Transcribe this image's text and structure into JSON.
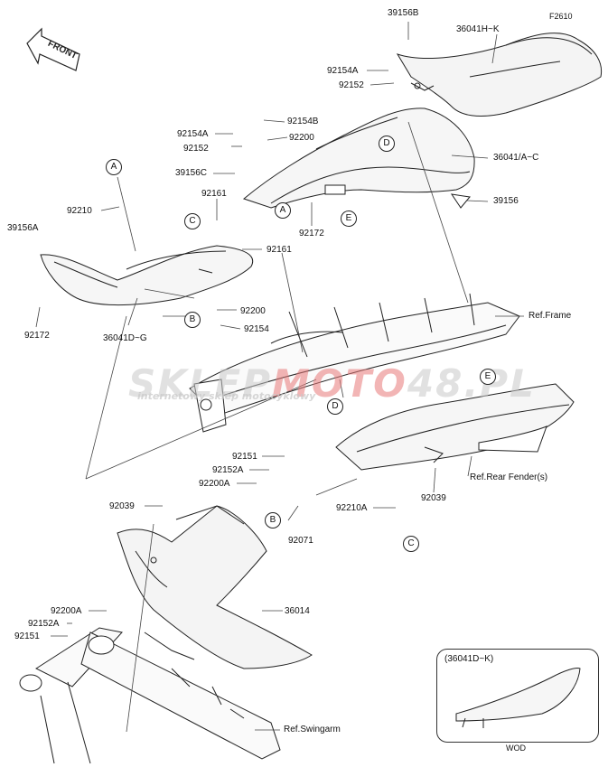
{
  "diagram": {
    "code": "F2610",
    "front_label": "FRONT",
    "watermark": {
      "prefix": "SKLEP",
      "moto": "MOTO",
      "suffix": "48.PL",
      "tagline": "internetowy sklep motocyklowy"
    },
    "labels": {
      "p39156B": "39156B",
      "p36041HK": "36041H~K",
      "p92154A_top": "92154A",
      "p92152_top": "92152",
      "p92154A_mid": "92154A",
      "p92154B": "92154B",
      "p92152_mid": "92152",
      "p92200_mid": "92200",
      "p39156C": "39156C",
      "p92161_a": "92161",
      "p92210_top": "92210",
      "p39156A": "39156A",
      "p92161_b": "92161",
      "p92172_right": "92172",
      "p92172_left": "92172",
      "p36041DG": "36041D~G",
      "p92200_low": "92200",
      "p92154": "92154",
      "p36041AC": "36041/A~C",
      "p39156": "39156",
      "ref_frame": "Ref.Frame",
      "ref_fender": "Ref.Rear Fender(s)",
      "p92039_right": "92039",
      "p92151_top": "92151",
      "p92152A_top": "92152A",
      "p92200A_top": "92200A",
      "p92039_left": "92039",
      "p92210A": "92210A",
      "p92071": "92071",
      "p36014": "36014",
      "p92200A_bot": "92200A",
      "p92152A_bot": "92152A",
      "p92151_bot": "92151",
      "ref_swingarm": "Ref.Swingarm"
    },
    "callouts": {
      "A1": "A",
      "A2": "A",
      "B1": "B",
      "B2": "B",
      "C1": "C",
      "C2": "C",
      "D1": "D",
      "D2": "D",
      "E1": "E",
      "E2": "E"
    },
    "inset": {
      "title": "(36041D~K)",
      "caption": "WOD"
    }
  }
}
